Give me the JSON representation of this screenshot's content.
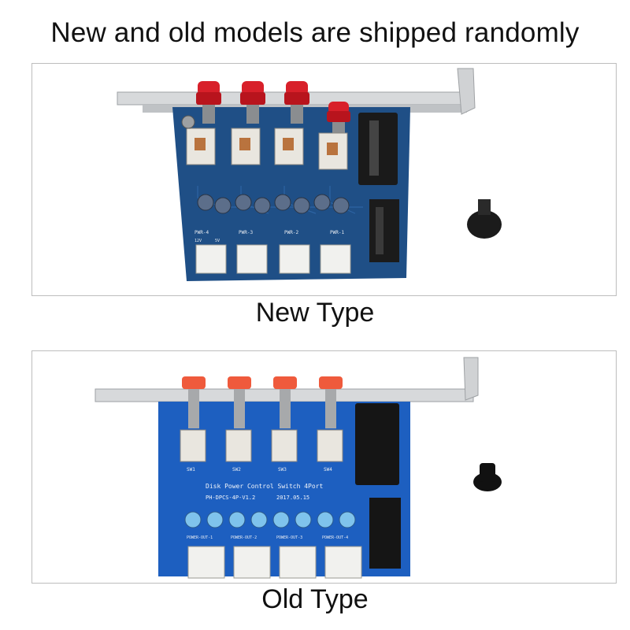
{
  "headline": "New and old models are shipped randomly",
  "new_model": {
    "caption": "New Type",
    "pwr_labels": [
      "PWR-4",
      "PWR-3",
      "PWR-2",
      "PWR-1"
    ],
    "volt_12": "12V",
    "volt_5": "5V"
  },
  "old_model": {
    "caption": "Old Type",
    "board_title": "Disk Power Control Switch 4Port",
    "board_model": "PH-DPCS-4P-V1.2",
    "board_date": "2017.05.15",
    "switch_labels": [
      "SW1",
      "SW2",
      "SW3",
      "SW4"
    ],
    "out_labels": [
      "POWER-OUT-1",
      "POWER-OUT-2",
      "POWER-OUT-3",
      "POWER-OUT-4"
    ]
  },
  "colors": {
    "new_pcb": "#1f4f86",
    "old_pcb": "#1d5fc0",
    "button_red": "#d8202a",
    "old_button_red": "#ef5a3c",
    "bracket_silver": "#c9cbcd",
    "capacitor": "#5c6e8a",
    "old_capacitor": "#7fc3ec",
    "connector_white": "#f1f1ee"
  }
}
